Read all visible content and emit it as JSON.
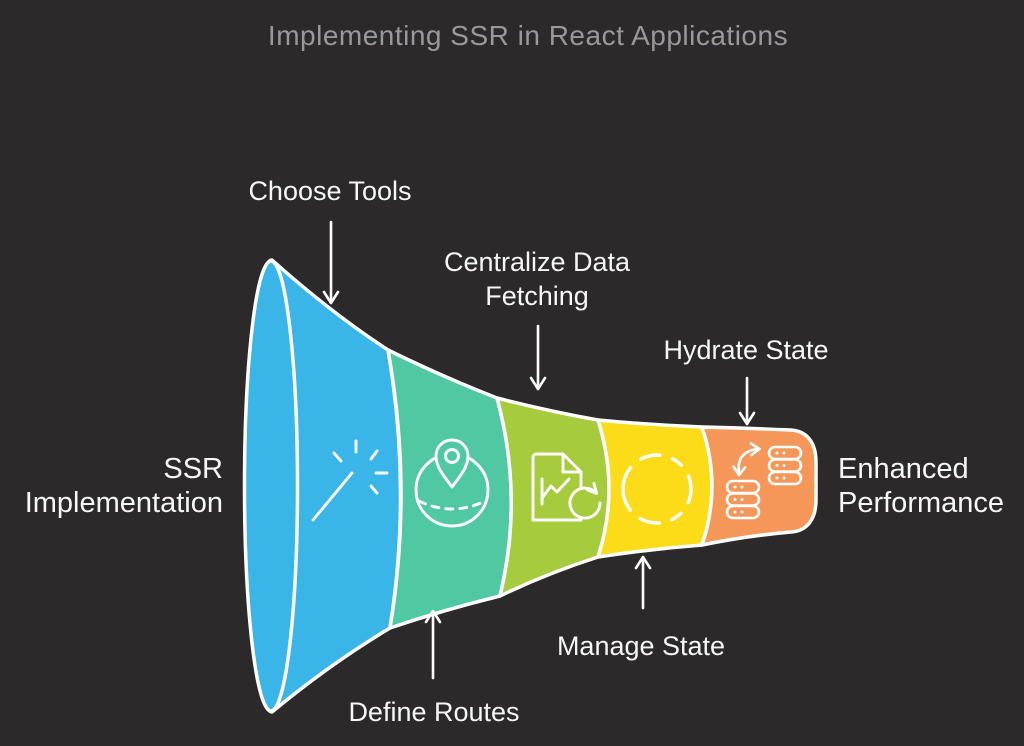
{
  "title": "Implementing SSR in React Applications",
  "colors": {
    "background": "#2b292a",
    "outline": "#ffffff",
    "title_text": "#99989c",
    "label_text": "#f7f7f7"
  },
  "funnel": {
    "start_label": "SSR Implementation",
    "end_label": "Enhanced Performance",
    "stages": [
      {
        "label": "Choose Tools",
        "color": "#3ab5e8",
        "icon": "magic-wand-icon",
        "label_position": "top"
      },
      {
        "label": "Define Routes",
        "color": "#50c8a1",
        "icon": "map-route-pin-icon",
        "label_position": "bottom"
      },
      {
        "label": "Centralize Data Fetching",
        "color": "#a6cb3d",
        "icon": "document-chart-refresh-icon",
        "label_position": "top"
      },
      {
        "label": "Manage State",
        "color": "#fcdc19",
        "icon": "dashed-circle-icon",
        "label_position": "bottom"
      },
      {
        "label": "Hydrate State",
        "color": "#f6975a",
        "icon": "database-sync-icon",
        "label_position": "top"
      }
    ]
  }
}
